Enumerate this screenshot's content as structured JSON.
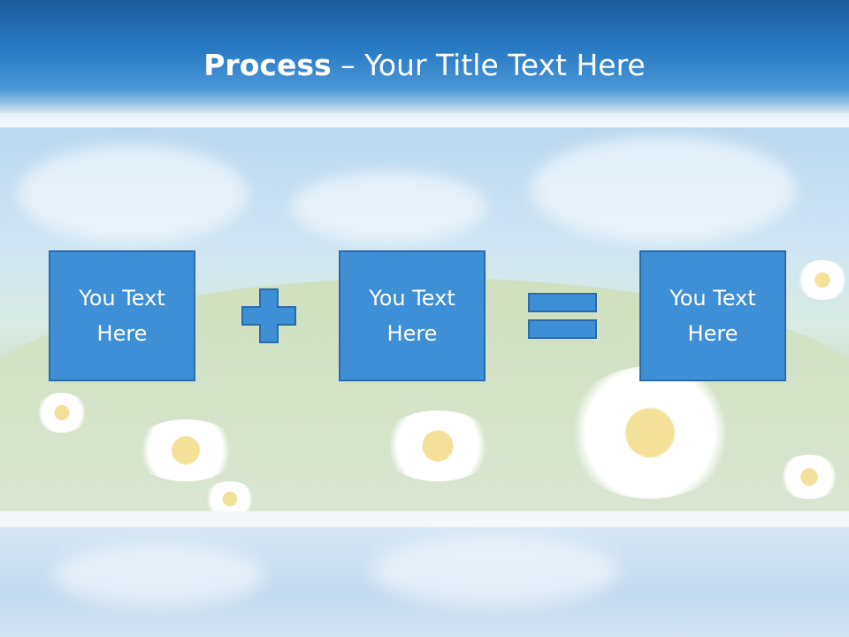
{
  "title": {
    "bold": "Process",
    "rest": " – Your Title Text Here"
  },
  "boxes": [
    {
      "text": "You Text Here"
    },
    {
      "text": "You Text Here"
    },
    {
      "text": "You Text Here"
    }
  ],
  "icons": {
    "plus": "plus-icon",
    "equals": "equals-icon"
  },
  "colors": {
    "header": "#2a7bc5",
    "box_fill": "#3f8fd6",
    "box_border": "#2a6ca8",
    "text": "#ffffff"
  }
}
